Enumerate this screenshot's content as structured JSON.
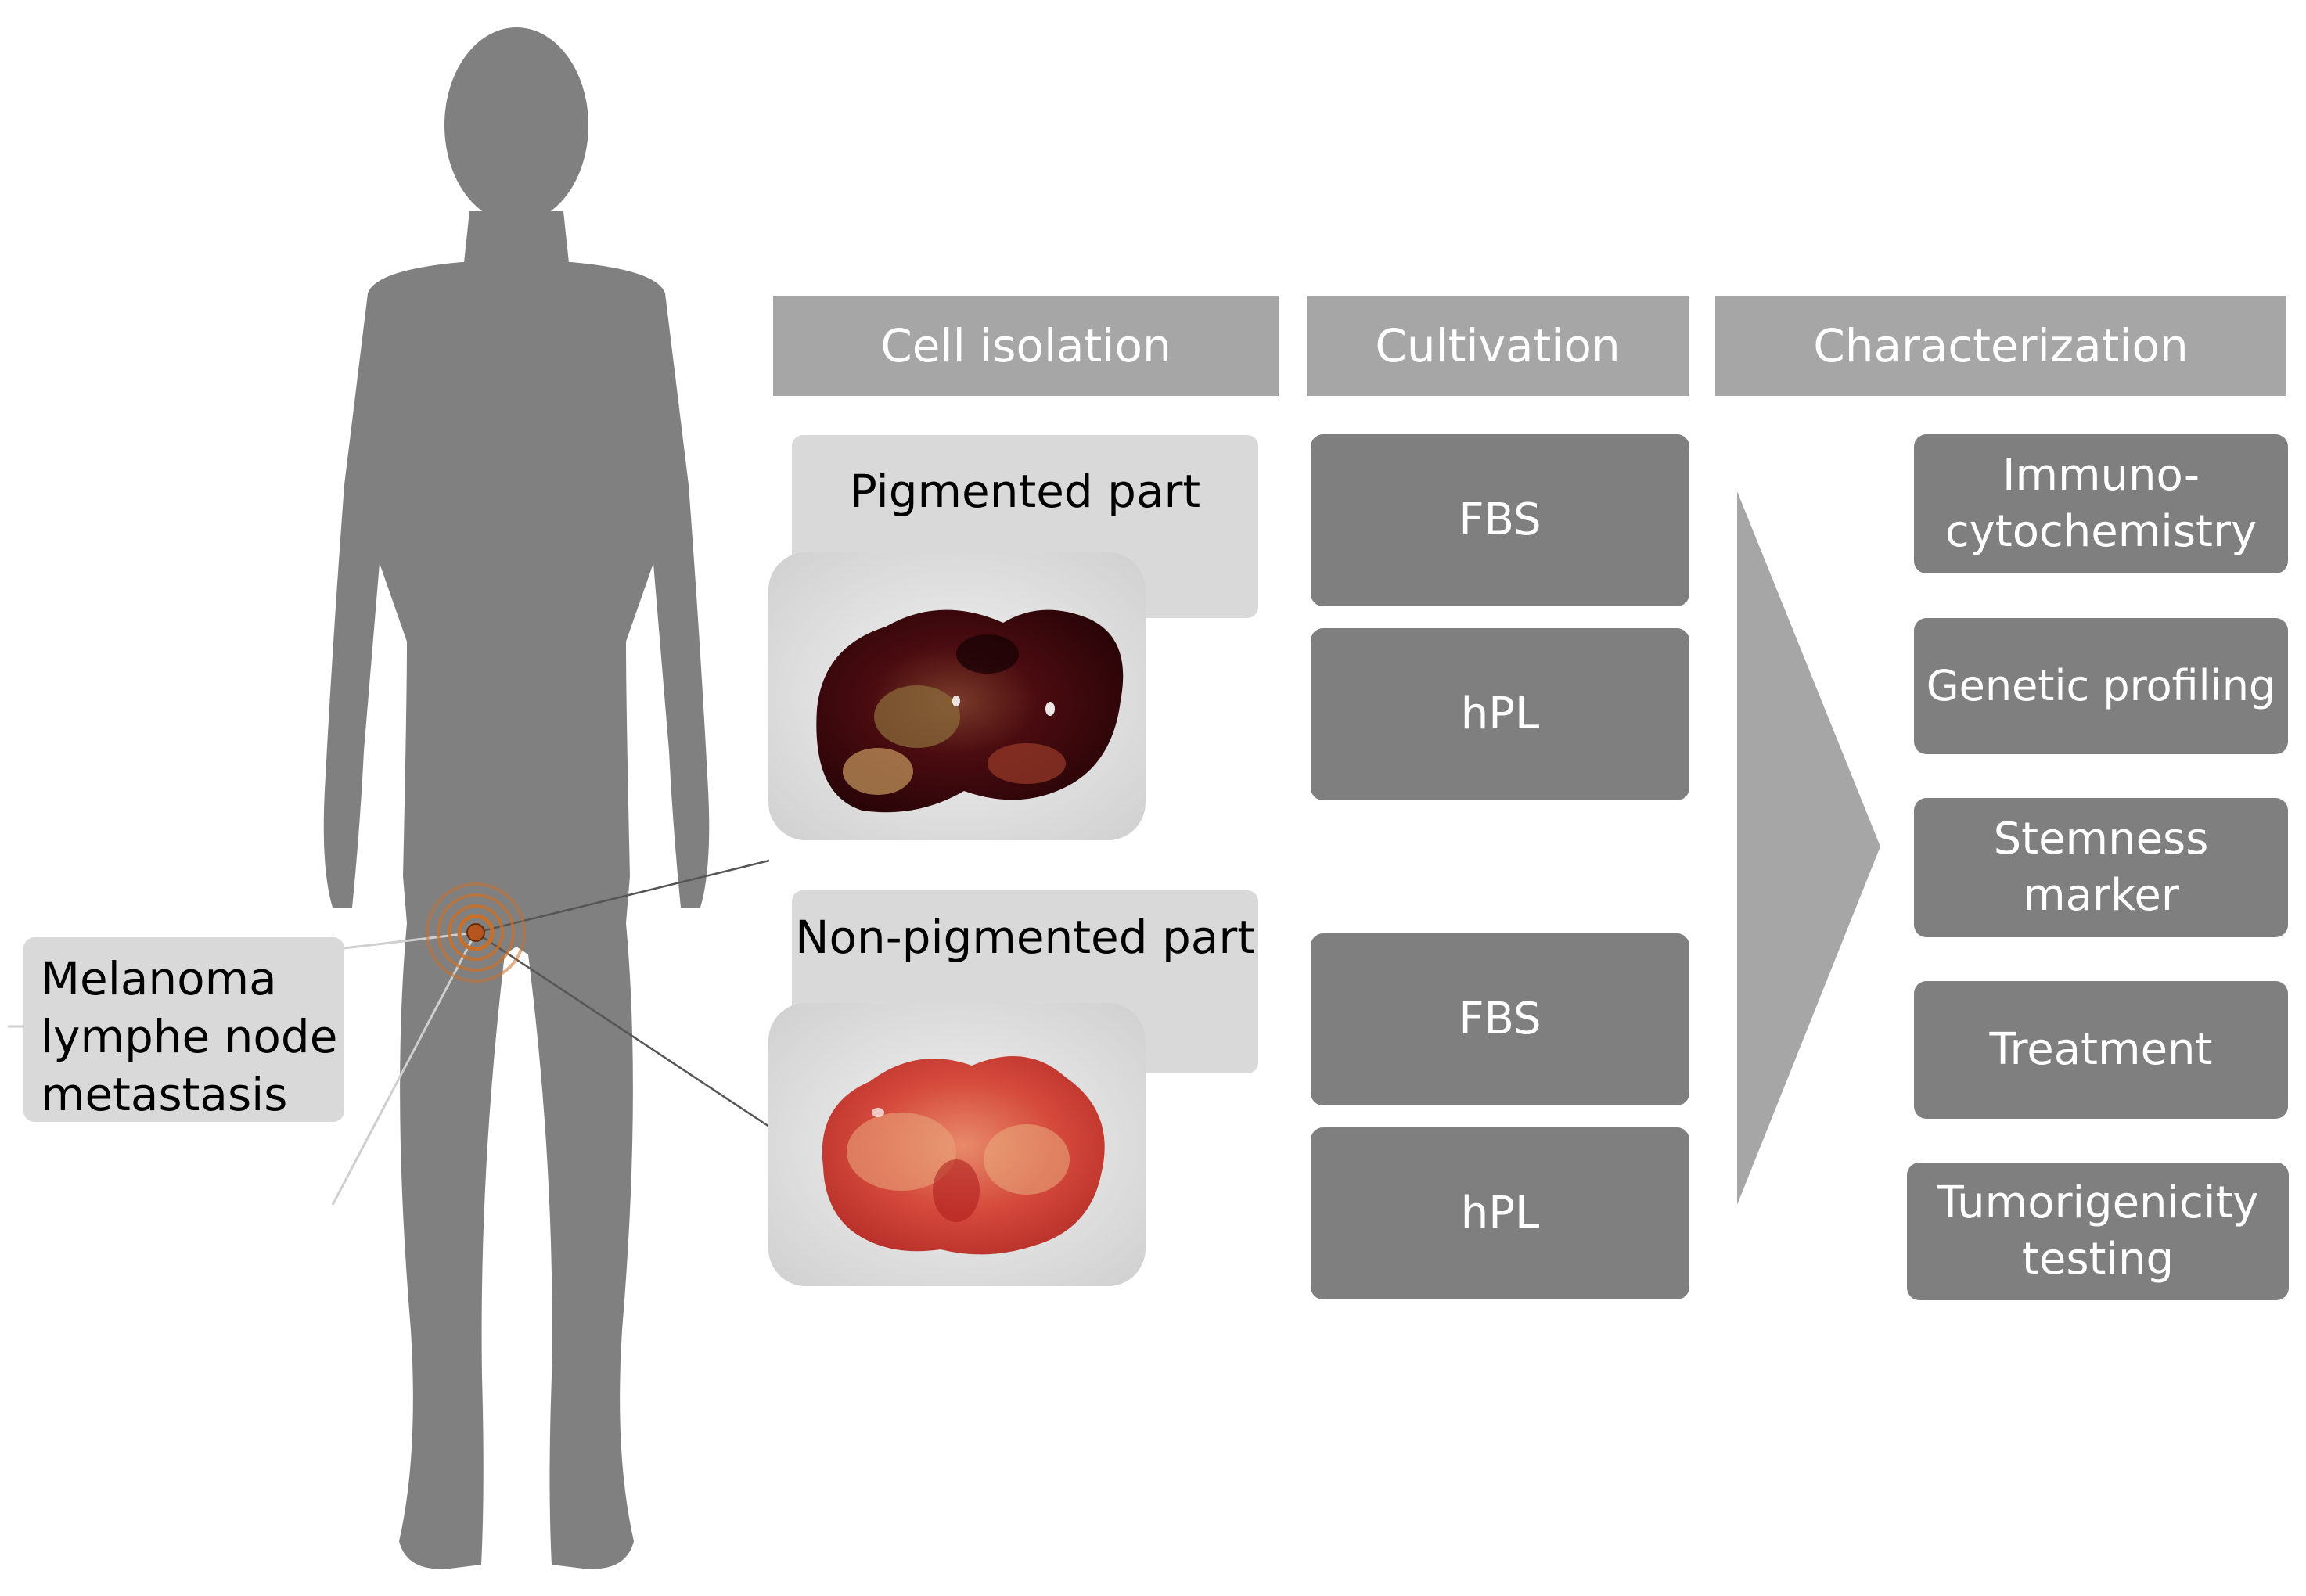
{
  "site_label": "Melanoma lymphe node metastasis",
  "site_label_lines": [
    "Melanoma",
    "lymphe node",
    "metastasis"
  ],
  "headers": {
    "isolation": "Cell isolation",
    "cultivation": "Cultivation",
    "characterization": "Characterization"
  },
  "isolation": {
    "pigmented": "Pigmented part",
    "non_pigmented": "Non-pigmented part"
  },
  "cultivation": {
    "pigmented": [
      "FBS",
      "hPL"
    ],
    "non_pigmented": [
      "FBS",
      "hPL"
    ]
  },
  "characterization": [
    "Immuno-\ncytochemistry",
    "Genetic profiling",
    "Stemness\nmarker",
    "Treatment",
    "Tumorigenicity\ntesting"
  ],
  "colors": {
    "silhouette": "#808080",
    "header_box": "#a6a6a6",
    "step_box": "#7f7f7f",
    "label_box": "#d9d9d9",
    "arrow": "#a6a6a6",
    "target": "#c8702a"
  },
  "icons": [
    "human-silhouette-icon",
    "tumor-target-icon",
    "pigmented-tissue-photo",
    "non-pigmented-tissue-photo",
    "chevron-arrow-icon"
  ]
}
